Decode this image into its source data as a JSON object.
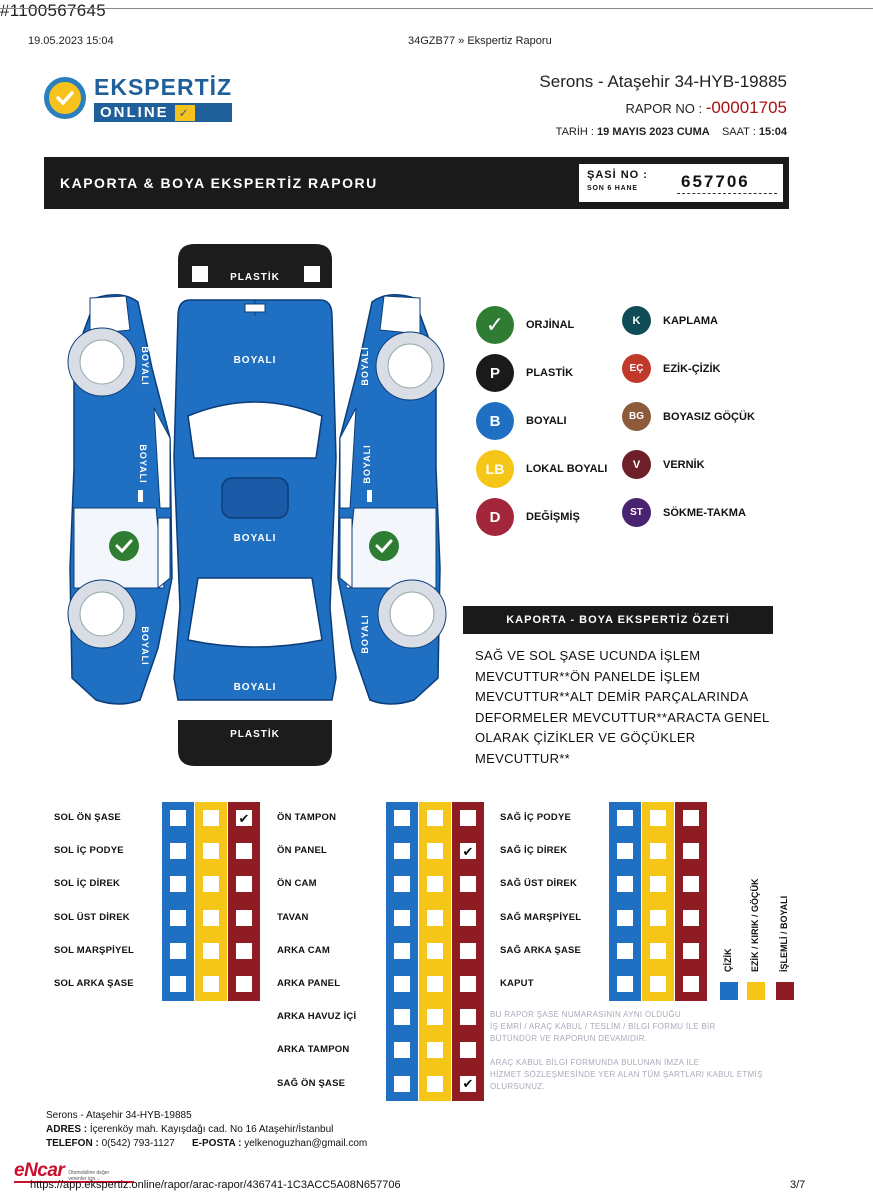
{
  "scan_id": "#1100567645",
  "browser_header": {
    "datetime": "19.05.2023 15:04",
    "page_title": "34GZB77 » Ekspertiz Raporu"
  },
  "logo": {
    "word1": "EKSPERTİZ",
    "word2": "ONLINE"
  },
  "report": {
    "dealer": "Serons - Ataşehir 34-HYB-19885",
    "rapor_label": "RAPOR NO :",
    "rapor_no": "-00001705",
    "tarih_label": "TARİH :",
    "tarih": "19 MAYIS 2023 CUMA",
    "saat_label": "SAAT :",
    "saat": "15:04"
  },
  "banner": {
    "title": "KAPORTA & BOYA EKSPERTİZ RAPORU",
    "sasi_label": "ŞASİ NO :",
    "sasi_sub": "SON 6 HANE",
    "sasi_value": "657706"
  },
  "car_labels": {
    "front_bumper": "PLASTİK",
    "rear_bumper": "PLASTİK",
    "hood": "BOYALI",
    "roof": "BOYALI",
    "trunk": "BOYALI",
    "left_front_fender": "BOYALI",
    "left_front_door": "BOYALI",
    "left_rear_fender": "BOYALI",
    "right_front_fender": "BOYALI",
    "right_front_door": "BOYALI",
    "right_rear_fender": "BOYALI"
  },
  "legend": [
    {
      "code": "✓",
      "label": "ORJİNAL",
      "color": "#2e7d32"
    },
    {
      "code": "K",
      "label": "KAPLAMA",
      "color": "#0f4c57"
    },
    {
      "code": "P",
      "label": "PLASTİK",
      "color": "#1a1a1a"
    },
    {
      "code": "EÇ",
      "label": "EZİK-ÇİZİK",
      "color": "#c0392b"
    },
    {
      "code": "B",
      "label": "BOYALI",
      "color": "#1f6fc2"
    },
    {
      "code": "BG",
      "label": "BOYASIZ GÖÇÜK",
      "color": "#8d5a3b"
    },
    {
      "code": "LB",
      "label": "LOKAL BOYALI",
      "color": "#f5c518"
    },
    {
      "code": "V",
      "label": "VERNİK",
      "color": "#6d1f2a"
    },
    {
      "code": "D",
      "label": "DEĞİŞMİŞ",
      "color": "#a3263b"
    },
    {
      "code": "ST",
      "label": "SÖKME-TAKMA",
      "color": "#4a2370"
    }
  ],
  "summary": {
    "title": "KAPORTA - BOYA EKSPERTİZ ÖZETİ",
    "lines": [
      "SAĞ VE SOL ŞASE UCUNDA İŞLEM",
      "MEVCUTTUR**ÖN PANELDE İŞLEM",
      "MEVCUTTUR**ALT DEMİR PARÇALARINDA",
      "DEFORMELER MEVCUTTUR**ARACTA GENEL",
      "OLARAK ÇİZİKLER VE GÖÇÜKLER",
      "MEVCUTTUR**"
    ]
  },
  "checklist": {
    "group1": [
      {
        "label": "SOL ÖN ŞASE",
        "checks": [
          false,
          false,
          true
        ]
      },
      {
        "label": "SOL İÇ PODYE",
        "checks": [
          false,
          false,
          false
        ]
      },
      {
        "label": "SOL İÇ DİREK",
        "checks": [
          false,
          false,
          false
        ]
      },
      {
        "label": "SOL ÜST DİREK",
        "checks": [
          false,
          false,
          false
        ]
      },
      {
        "label": "SOL MARŞPİYEL",
        "checks": [
          false,
          false,
          false
        ]
      },
      {
        "label": "SOL ARKA ŞASE",
        "checks": [
          false,
          false,
          false
        ]
      }
    ],
    "group2": [
      {
        "label": "ÖN TAMPON",
        "checks": [
          false,
          false,
          false
        ]
      },
      {
        "label": "ÖN PANEL",
        "checks": [
          false,
          false,
          true
        ]
      },
      {
        "label": "ÖN CAM",
        "checks": [
          false,
          false,
          false
        ]
      },
      {
        "label": "TAVAN",
        "checks": [
          false,
          false,
          false
        ]
      },
      {
        "label": "ARKA CAM",
        "checks": [
          false,
          false,
          false
        ]
      },
      {
        "label": "ARKA PANEL",
        "checks": [
          false,
          false,
          false
        ]
      },
      {
        "label": "ARKA HAVUZ İÇİ",
        "checks": [
          false,
          false,
          false
        ]
      },
      {
        "label": "ARKA TAMPON",
        "checks": [
          false,
          false,
          false
        ]
      },
      {
        "label": "SAĞ ÖN ŞASE",
        "checks": [
          false,
          false,
          true
        ]
      }
    ],
    "group3": [
      {
        "label": "SAĞ İÇ PODYE",
        "checks": [
          false,
          false,
          false
        ]
      },
      {
        "label": "SAĞ İÇ DİREK",
        "checks": [
          false,
          false,
          false
        ]
      },
      {
        "label": "SAĞ ÜST DİREK",
        "checks": [
          false,
          false,
          false
        ]
      },
      {
        "label": "SAĞ MARŞPİYEL",
        "checks": [
          false,
          false,
          false
        ]
      },
      {
        "label": "SAĞ ARKA ŞASE",
        "checks": [
          false,
          false,
          false
        ]
      },
      {
        "label": "KAPUT",
        "checks": [
          false,
          false,
          false
        ]
      }
    ],
    "column_colors": [
      "#1f6fc2",
      "#f5c518",
      "#8f1c22"
    ],
    "key_labels": [
      "ÇİZİK",
      "EZİK / KIRIK / GÖÇÜK",
      "İŞLEMLİ / BOYALI"
    ],
    "check_mark": "✔"
  },
  "notes": [
    "BU RAPOR ŞASE NUMARASININ AYNI OLDUĞU",
    "İŞ EMRİ / ARAÇ KABUL / TESLİM / BİLGİ FORMU İLE BİR",
    "BÜTÜNDÜR VE RAPORUN DEVAMIDIR.",
    "ARAÇ KABUL BİLGİ FORMUNDA BULUNAN İMZA İLE",
    "HİZMET SÖZLEŞMESİNDE YER ALAN TÜM ŞARTLARI KABUL ETMİŞ",
    "OLURSUNUZ."
  ],
  "footer": {
    "company": "Serons - Ataşehir 34-HYB-19885",
    "adres_label": "ADRES :",
    "adres": "İçerenköy mah. Kayışdağı cad. No 16 Ataşehir/İstanbul",
    "telefon_label": "TELEFON :",
    "telefon": "0(542) 793-1127",
    "eposta_label": "E-POSTA :",
    "eposta": "yelkenoguzhan@gmail.com",
    "encar_logo": "eNcar",
    "encar_tag": "Otomobiline değer verenler için...",
    "url": "https://app.ekspertiz.online/rapor/arac-rapor/436741-1C3ACC5A08N657706",
    "page": "3/7"
  }
}
